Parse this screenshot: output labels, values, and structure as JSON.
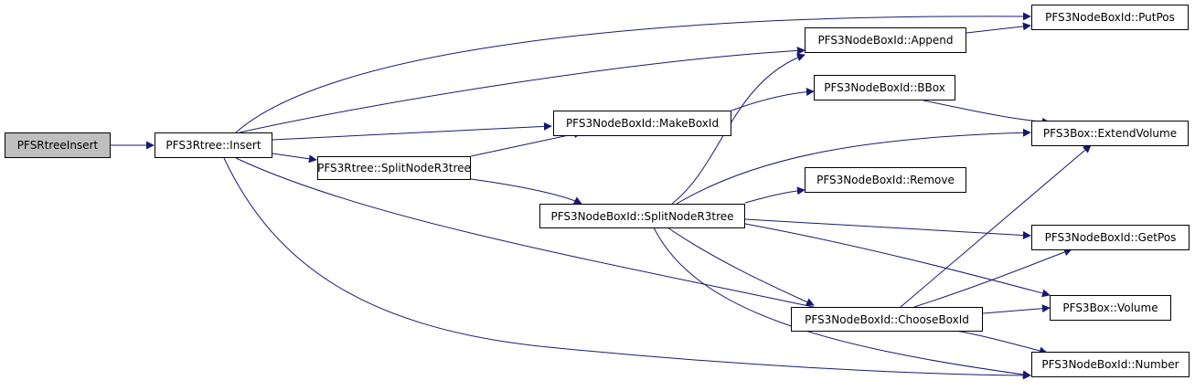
{
  "colors": {
    "edge": "#191970",
    "root_fill": "#bfbfbf",
    "node_fill": "#ffffff",
    "border": "#000000"
  },
  "nodes": {
    "pfsrtreeinsert": "PFSRtreeInsert",
    "insert": "PFS3Rtree::Insert",
    "splitnoder3tree": "PFS3Rtree::SplitNodeR3tree",
    "makeboxid": "PFS3NodeBoxId::MakeBoxId",
    "nb_splitnoder3tree": "PFS3NodeBoxId::SplitNodeR3tree",
    "append": "PFS3NodeBoxId::Append",
    "bbox": "PFS3NodeBoxId::BBox",
    "remove": "PFS3NodeBoxId::Remove",
    "chooseboxid": "PFS3NodeBoxId::ChooseBoxId",
    "putpos": "PFS3NodeBoxId::PutPos",
    "extendvolume": "PFS3Box::ExtendVolume",
    "getpos": "PFS3NodeBoxId::GetPos",
    "volume": "PFS3Box::Volume",
    "number": "PFS3NodeBoxId::Number"
  }
}
